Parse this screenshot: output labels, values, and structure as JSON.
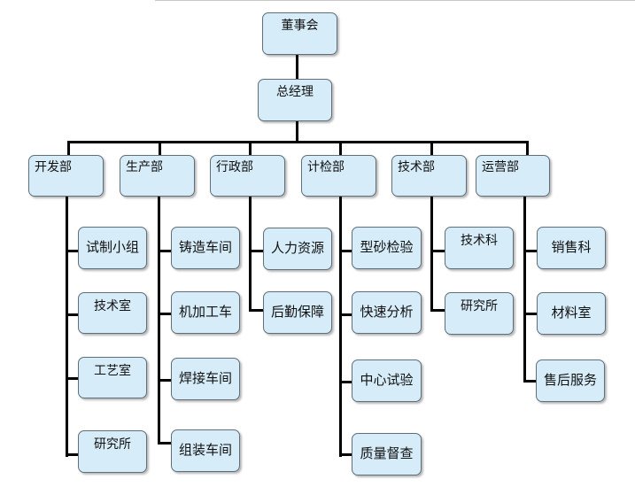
{
  "chairman": "董事会",
  "ceo": "总经理",
  "departments": [
    {
      "name": "开发部",
      "units": [
        "试制小组",
        "技术室",
        "工艺室",
        "研究所"
      ]
    },
    {
      "name": "生产部",
      "units": [
        "铸造车间",
        "机加工车",
        "焊接车间",
        "组装车间"
      ]
    },
    {
      "name": "行政部",
      "units": [
        "人力资源",
        "后勤保障"
      ]
    },
    {
      "name": "计检部",
      "units": [
        "型砂检验",
        "快速分析",
        "中心试验",
        "质量督查"
      ]
    },
    {
      "name": "技术部",
      "units": [
        "技术科",
        "研究所"
      ]
    },
    {
      "name": "运营部",
      "units": [
        "销售科",
        "材料室",
        "售后服务"
      ]
    }
  ],
  "colors": {
    "box_fill": "#d6ecf8",
    "box_border": "#5f6f7a",
    "connector": "#000000"
  }
}
